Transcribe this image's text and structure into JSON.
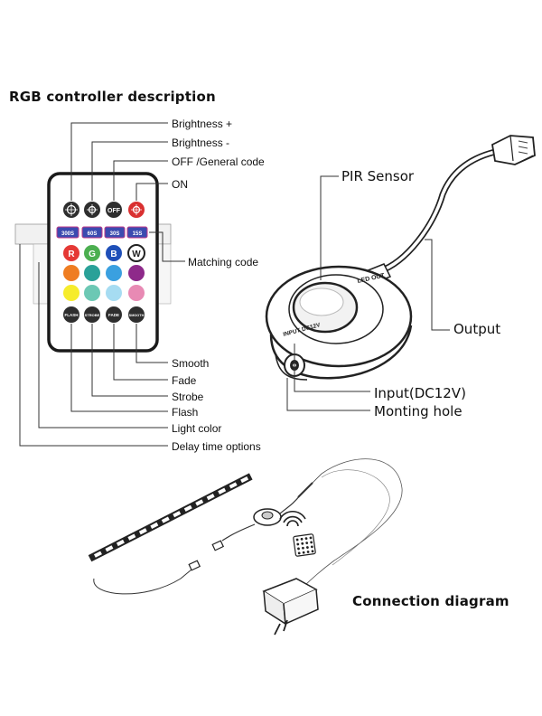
{
  "controller": {
    "title": "RGB controller description",
    "buttons": {
      "off": "OFF",
      "r": "R",
      "g": "G",
      "b": "B",
      "w": "W",
      "flash": "FLASH",
      "strobe": "STROBE",
      "fade": "FADE",
      "smooth": "SMOOTH"
    },
    "timer_buttons": [
      "300S",
      "60S",
      "30S",
      "15S"
    ],
    "labels": {
      "brightness_up": "Brightness +",
      "brightness_down": "Brightness -",
      "off_general": "OFF /General code",
      "on": "ON",
      "matching_code": "Matching code",
      "smooth": "Smooth",
      "fade": "Fade",
      "strobe": "Strobe",
      "flash": "Flash",
      "light_color": "Light color",
      "delay_time": "Delay time options"
    }
  },
  "sensor": {
    "labels": {
      "pir_sensor": "PIR Sensor",
      "output": "Output",
      "input": "Input(DC12V)",
      "mounting_hole": "Monting hole"
    },
    "device_text": {
      "top": "LED OUT",
      "side": "INPUT DC12V"
    }
  },
  "connection": {
    "title": "Connection diagram"
  },
  "colors": {
    "line": "#333333",
    "red": "#e53935",
    "green": "#4caf50",
    "blue": "#1e4fb8",
    "orange": "#ef7d22",
    "teal": "#2aa198",
    "sky": "#3aa0e0",
    "purple": "#8e2a8a",
    "yellow": "#f6ec2c",
    "mint": "#6cc8b4",
    "light_blue": "#a6dcf2",
    "pink": "#e88ab4",
    "timer_bg": "#3b4bb0"
  }
}
